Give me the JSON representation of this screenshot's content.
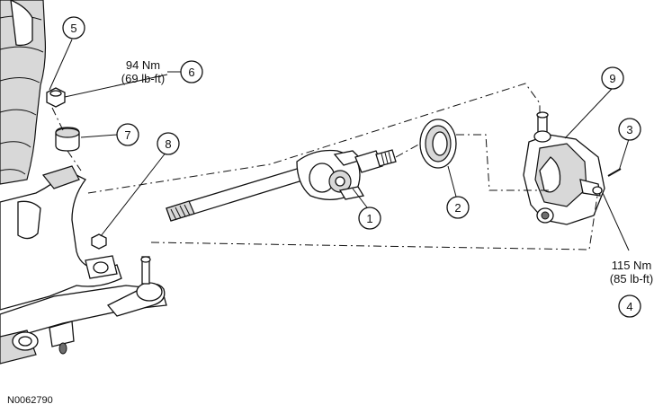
{
  "callouts": {
    "c1": "1",
    "c2": "2",
    "c3": "3",
    "c4": "4",
    "c5": "5",
    "c6": "6",
    "c7": "7",
    "c8": "8",
    "c9": "9"
  },
  "torques": {
    "t6_nm": "94 Nm",
    "t6_lbft": "(69 lb-ft)",
    "t4_nm": "115 Nm",
    "t4_lbft": "(85 lb-ft)"
  },
  "figure_id": "N0062790"
}
